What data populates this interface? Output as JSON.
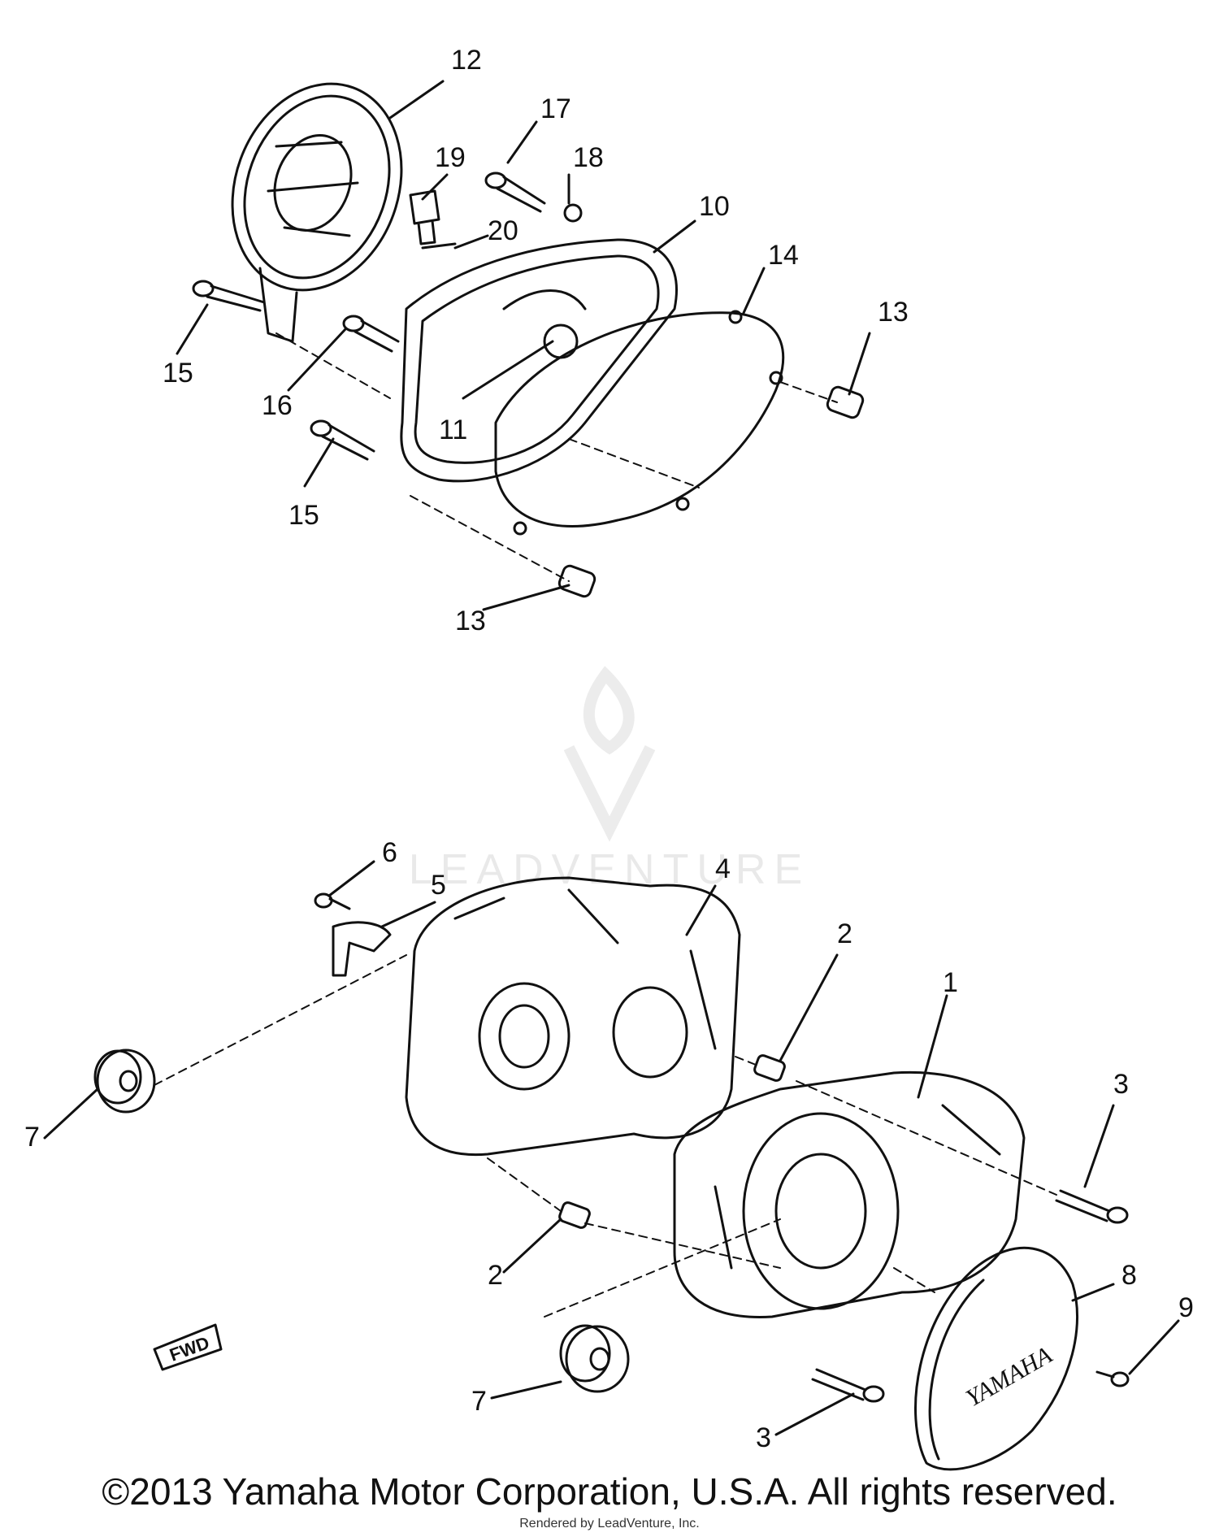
{
  "diagram": {
    "callouts": [
      "12",
      "17",
      "19",
      "18",
      "10",
      "20",
      "14",
      "13",
      "15",
      "16",
      "11",
      "15",
      "13",
      "6",
      "5",
      "4",
      "2",
      "1",
      "3",
      "7",
      "2",
      "8",
      "9",
      "7",
      "3"
    ],
    "fwd_label": "FWD",
    "cover_brand": "YAMAHA"
  },
  "watermark": {
    "text": "LEADVENTURE"
  },
  "footer": {
    "copyright": "©2013 Yamaha Motor Corporation, U.S.A. All rights reserved.",
    "credit": "Rendered by LeadVenture, Inc."
  }
}
